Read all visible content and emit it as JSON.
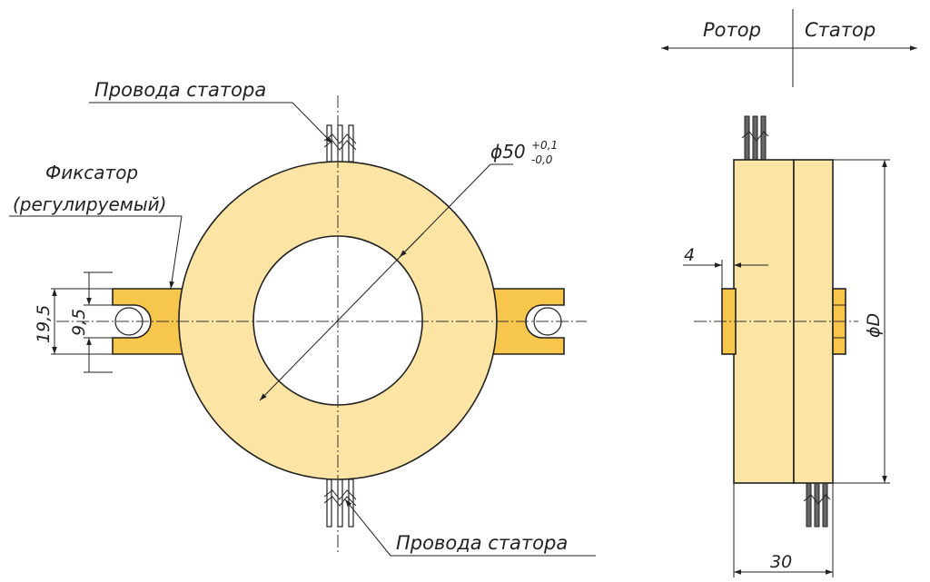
{
  "colors": {
    "body": "#fbe4a4",
    "bracket": "#f7c64c",
    "ink": "#222222",
    "background": "#ffffff"
  },
  "labels": {
    "rotor": "Ротор",
    "stator": "Статор",
    "stator_wires_top": "Провода статора",
    "stator_wires_bottom": "Провода статора",
    "fixer": "Фиксатор",
    "fixer_note": "(регулируемый)"
  },
  "dimensions": {
    "inner_diameter": "ϕ50",
    "inner_tol_upper": "+0,1",
    "inner_tol_lower": "-0,0",
    "outer_height": "19,5",
    "slot_height": "9,5",
    "offset": "4",
    "outer_diameter": "ϕD",
    "thickness": "30"
  }
}
